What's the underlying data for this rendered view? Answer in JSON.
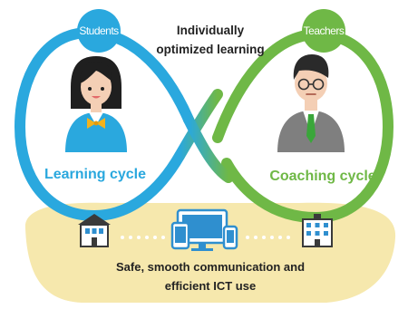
{
  "labels": {
    "students": "Students",
    "teachers": "Teachers",
    "center_line1": "Individually",
    "center_line2": "optimized learning",
    "learning_cycle": "Learning cycle",
    "coaching_cycle": "Coaching cycle",
    "bottom_line1": "Safe, smooth communication and",
    "bottom_line2": "efficient ICT use"
  },
  "colors": {
    "students_blue": "#2aa8de",
    "teachers_green": "#6fb846",
    "platform_yellow": "#f6e8ad",
    "device_blue": "#2f8fcf",
    "text_dark": "#222222"
  },
  "icons": {
    "student": "student-girl-icon",
    "teacher": "teacher-man-icon",
    "school_left": "school-building-icon",
    "school_right": "office-building-icon",
    "devices": "ict-devices-icon"
  }
}
